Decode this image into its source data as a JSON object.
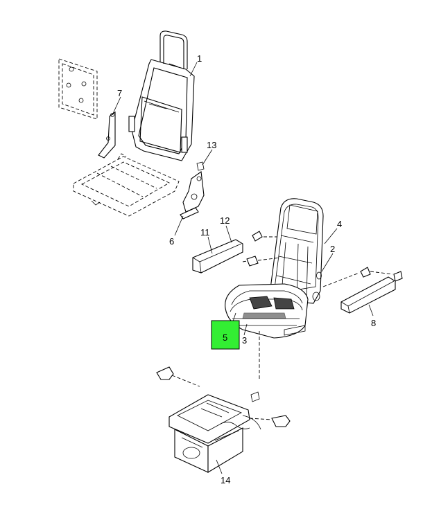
{
  "diagram": {
    "highlight_color": "#33ee33",
    "highlighted_callout": "5",
    "callouts": [
      "1",
      "2",
      "3",
      "4",
      "5",
      "6",
      "7",
      "8",
      "11",
      "12",
      "13",
      "14"
    ]
  }
}
